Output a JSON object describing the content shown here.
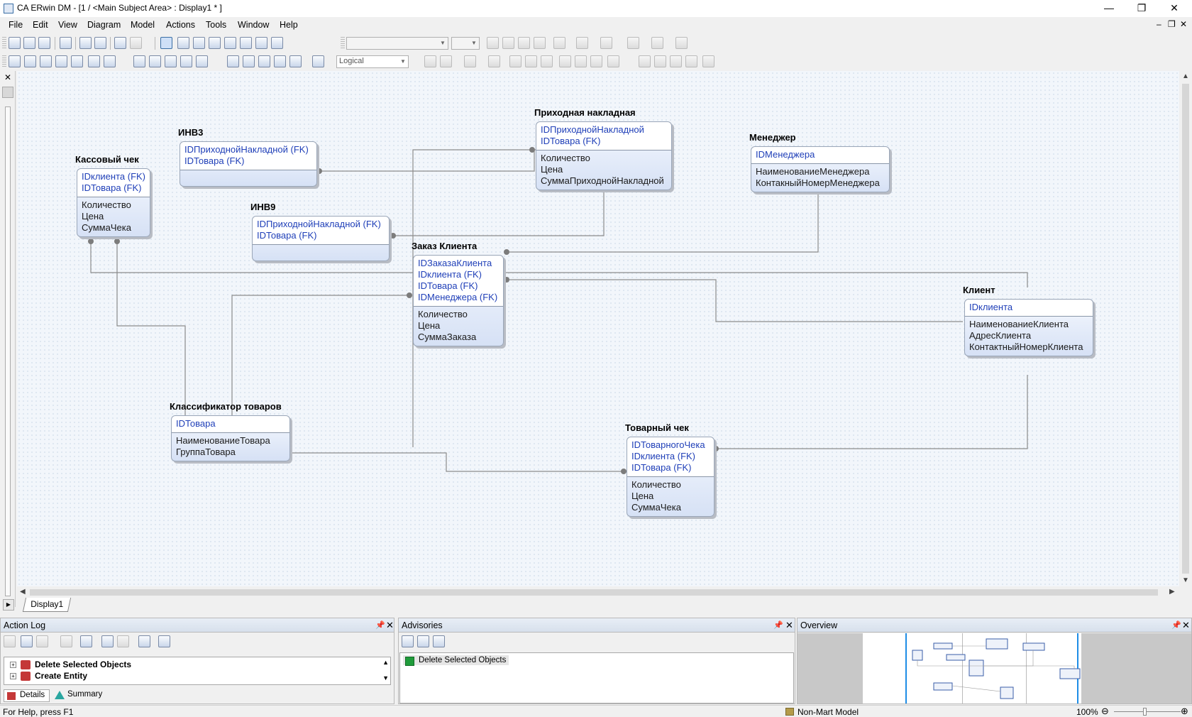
{
  "window": {
    "title": "CA ERwin DM - [1 / <Main Subject Area> : Display1 * ]"
  },
  "menu": [
    "File",
    "Edit",
    "View",
    "Diagram",
    "Model",
    "Actions",
    "Tools",
    "Window",
    "Help"
  ],
  "toolbar": {
    "display_level": "Logical"
  },
  "entities": {
    "kassovy": {
      "name": "Кассовый чек",
      "keys": [
        "IDклиента (FK)",
        "IDТовара (FK)"
      ],
      "attrs": [
        "Количество",
        "Цена",
        "СуммаЧека"
      ]
    },
    "inv3": {
      "name": "ИНВ3",
      "keys": [
        "IDПриходнойНакладной (FK)",
        "IDТовара (FK)"
      ],
      "attrs": []
    },
    "inv9": {
      "name": "ИНВ9",
      "keys": [
        "IDПриходнойНакладной (FK)",
        "IDТовара (FK)"
      ],
      "attrs": []
    },
    "prihod": {
      "name": "Приходная накладная",
      "keys": [
        "IDПриходнойНакладной",
        "IDТовара (FK)"
      ],
      "attrs": [
        "Количество",
        "Цена",
        "СуммаПриходнойНакладной"
      ]
    },
    "manager": {
      "name": "Менеджер",
      "keys": [
        "IDМенеджера"
      ],
      "attrs": [
        "НаименованиеМенеджера",
        "КонтакныйНомерМенеджера"
      ]
    },
    "zakaz": {
      "name": "Заказ Клиента",
      "keys": [
        "IDЗаказаКлиента",
        "IDклиента (FK)",
        "IDТовара (FK)",
        "IDМенеджера (FK)"
      ],
      "attrs": [
        "Количество",
        "Цена",
        "СуммаЗаказа"
      ]
    },
    "client": {
      "name": "Клиент",
      "keys": [
        "IDклиента"
      ],
      "attrs": [
        "НаименованиеКлиента",
        "АдресКлиента",
        "КонтактныйНомерКлиента"
      ]
    },
    "klassif": {
      "name": "Классификатор товаров",
      "keys": [
        "IDТовара"
      ],
      "attrs": [
        "НаименованиеТовара",
        "ГруппаТовара"
      ]
    },
    "tovarny": {
      "name": "Товарный чек",
      "keys": [
        "IDТоварногоЧека",
        "IDклиента (FK)",
        "IDТовара (FK)"
      ],
      "attrs": [
        "Количество",
        "Цена",
        "СуммаЧека"
      ]
    }
  },
  "tabs": {
    "display": "Display1"
  },
  "panels": {
    "action_log": {
      "title": "Action Log",
      "rows": [
        "Delete Selected Objects",
        "Create Entity"
      ],
      "tab_details": "Details",
      "tab_summary": "Summary"
    },
    "advisories": {
      "title": "Advisories",
      "rows": [
        "Delete Selected Objects"
      ]
    },
    "overview": {
      "title": "Overview"
    }
  },
  "status": {
    "help": "For Help, press F1",
    "model": "Non-Mart Model",
    "zoom": "100%"
  }
}
